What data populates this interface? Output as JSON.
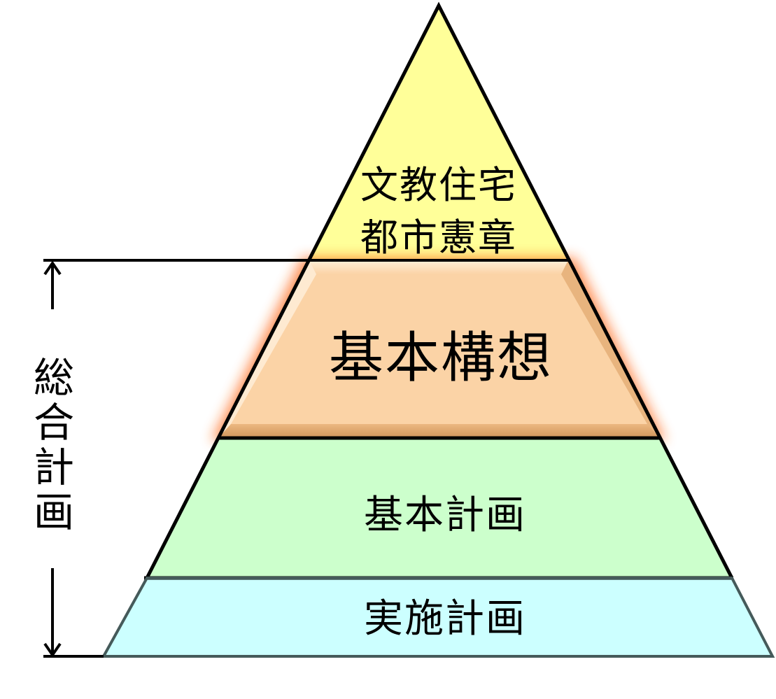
{
  "diagram": {
    "tiers": [
      {
        "label_lines": [
          "文教住宅",
          "都市憲章"
        ],
        "fill": "#ffff99"
      },
      {
        "label_lines": [
          "基本構想"
        ],
        "fill": "#fbd3a6",
        "highlight": true,
        "glow": "#ff6a1a"
      },
      {
        "label_lines": [
          "基本計画"
        ],
        "fill": "#ccffcc"
      },
      {
        "label_lines": [
          "実施計画"
        ],
        "fill": "#ccffff"
      }
    ],
    "bracket_label_chars": [
      "総",
      "合",
      "計",
      "画"
    ],
    "outline_color": "#000000"
  }
}
